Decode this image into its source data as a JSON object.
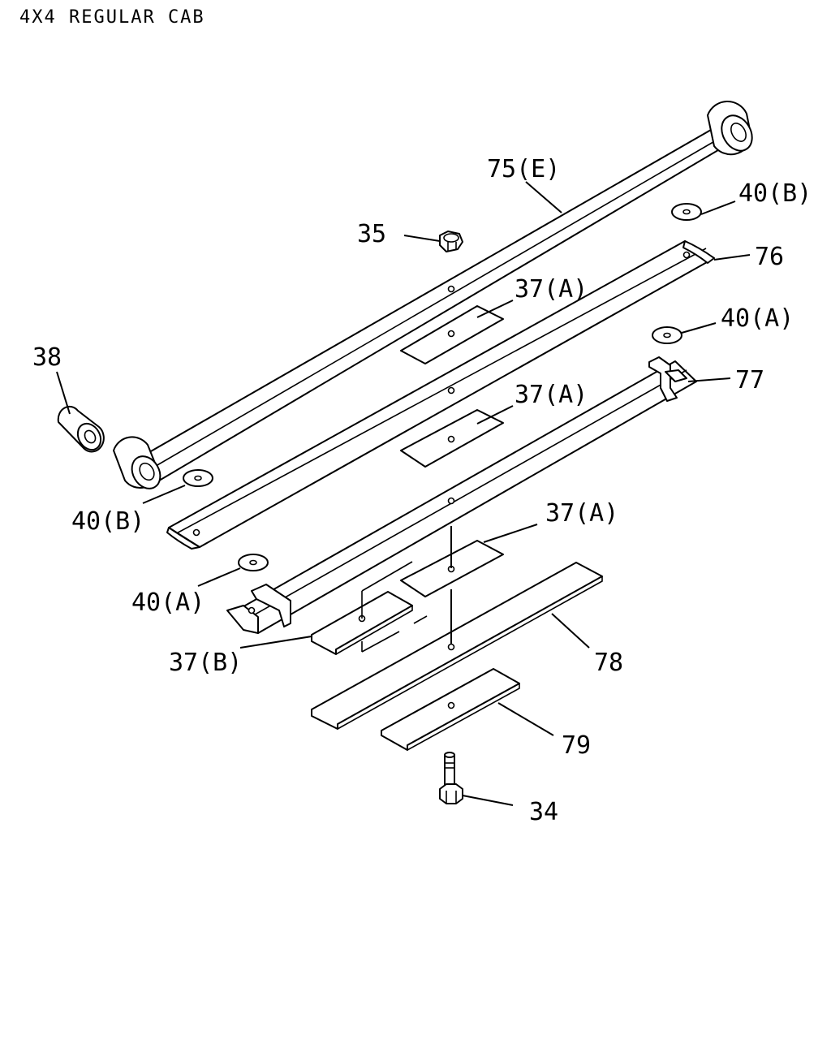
{
  "title": "4X4 REGULAR CAB",
  "callouts": {
    "c75e": "75(E)",
    "c35": "35",
    "c40b_top": "40(B)",
    "c76": "76",
    "c37a_1": "37(A)",
    "c40a_top": "40(A)",
    "c38": "38",
    "c37a_2": "37(A)",
    "c77": "77",
    "c40b_left": "40(B)",
    "c37a_3": "37(A)",
    "c40a_left": "40(A)",
    "c37b": "37(B)",
    "c78": "78",
    "c79": "79",
    "c34": "34"
  }
}
